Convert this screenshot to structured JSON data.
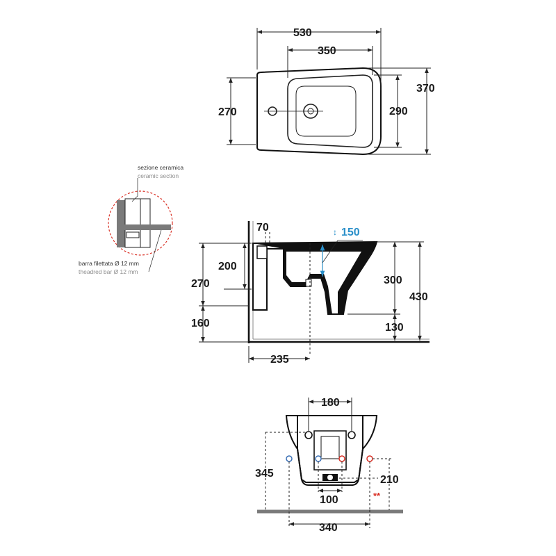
{
  "top_view": {
    "width_total": "530",
    "basin_width": "350",
    "depth_total": "370",
    "body_depth": "270",
    "basin_depth": "290"
  },
  "detail": {
    "ceramic_section_it": "sezione ceramica",
    "ceramic_section_en": "ceramic section",
    "bar_it": "barra filettata Ø 12 mm",
    "bar_en": "theadred bar Ø 12 mm"
  },
  "side_view": {
    "dim_70": "70",
    "dim_150": "150",
    "dim_200": "200",
    "dim_270": "270",
    "dim_160": "160",
    "dim_300": "300",
    "dim_430": "430",
    "dim_130": "130",
    "dim_235": "235"
  },
  "back_view": {
    "dim_180": "180",
    "dim_345": "345",
    "dim_210": "210",
    "dim_100": "100",
    "dim_340": "340",
    "red_note": "**"
  },
  "colors": {
    "accent_blue": "#2a8fc9",
    "cold_water": "#3a6fb5",
    "hot_water": "#d93025"
  }
}
